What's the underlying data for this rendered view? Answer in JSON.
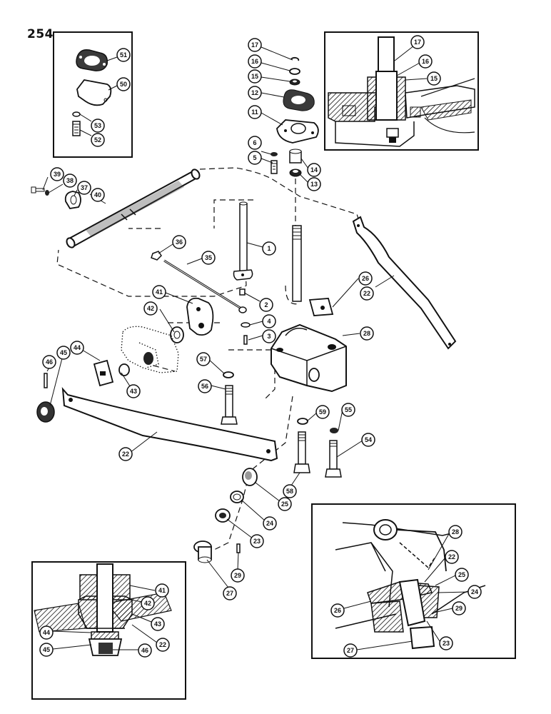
{
  "page_number": "254",
  "callouts": [
    {
      "id": "c51",
      "label": "51"
    },
    {
      "id": "c50",
      "label": "50"
    },
    {
      "id": "c53",
      "label": "53"
    },
    {
      "id": "c52",
      "label": "52"
    },
    {
      "id": "c17",
      "label": "17"
    },
    {
      "id": "c16",
      "label": "16"
    },
    {
      "id": "c15",
      "label": "15"
    },
    {
      "id": "c12",
      "label": "12"
    },
    {
      "id": "c11",
      "label": "11"
    },
    {
      "id": "c6",
      "label": "6"
    },
    {
      "id": "c5",
      "label": "5"
    },
    {
      "id": "c14",
      "label": "14"
    },
    {
      "id": "c13",
      "label": "13"
    },
    {
      "id": "c39",
      "label": "39"
    },
    {
      "id": "c38",
      "label": "38"
    },
    {
      "id": "c37",
      "label": "37"
    },
    {
      "id": "c40",
      "label": "40"
    },
    {
      "id": "c1",
      "label": "1"
    },
    {
      "id": "c36",
      "label": "36"
    },
    {
      "id": "c35",
      "label": "35"
    },
    {
      "id": "c26a",
      "label": "26"
    },
    {
      "id": "c22a",
      "label": "22"
    },
    {
      "id": "c2",
      "label": "2"
    },
    {
      "id": "c41a",
      "label": "41"
    },
    {
      "id": "c42a",
      "label": "42"
    },
    {
      "id": "c4",
      "label": "4"
    },
    {
      "id": "c3",
      "label": "3"
    },
    {
      "id": "c28a",
      "label": "28"
    },
    {
      "id": "c57",
      "label": "57"
    },
    {
      "id": "c44a",
      "label": "44"
    },
    {
      "id": "c46a",
      "label": "46"
    },
    {
      "id": "c45a",
      "label": "45"
    },
    {
      "id": "c43a",
      "label": "43"
    },
    {
      "id": "c56",
      "label": "56"
    },
    {
      "id": "c59",
      "label": "59"
    },
    {
      "id": "c55",
      "label": "55"
    },
    {
      "id": "c54",
      "label": "54"
    },
    {
      "id": "c22b",
      "label": "22"
    },
    {
      "id": "c58",
      "label": "58"
    },
    {
      "id": "c25a",
      "label": "25"
    },
    {
      "id": "c24a",
      "label": "24"
    },
    {
      "id": "c23a",
      "label": "23"
    },
    {
      "id": "c29a",
      "label": "29"
    },
    {
      "id": "c27a",
      "label": "27"
    },
    {
      "id": "i17",
      "label": "17"
    },
    {
      "id": "i16",
      "label": "16"
    },
    {
      "id": "i15",
      "label": "15"
    },
    {
      "id": "b41",
      "label": "41"
    },
    {
      "id": "b42",
      "label": "42"
    },
    {
      "id": "b43",
      "label": "43"
    },
    {
      "id": "b44",
      "label": "44"
    },
    {
      "id": "b45",
      "label": "45"
    },
    {
      "id": "b46",
      "label": "46"
    },
    {
      "id": "b22",
      "label": "22"
    },
    {
      "id": "r28",
      "label": "28"
    },
    {
      "id": "r22",
      "label": "22"
    },
    {
      "id": "r25",
      "label": "25"
    },
    {
      "id": "r24",
      "label": "24"
    },
    {
      "id": "r29",
      "label": "29"
    },
    {
      "id": "r26",
      "label": "26"
    },
    {
      "id": "r23",
      "label": "23"
    },
    {
      "id": "r27",
      "label": "27"
    }
  ]
}
